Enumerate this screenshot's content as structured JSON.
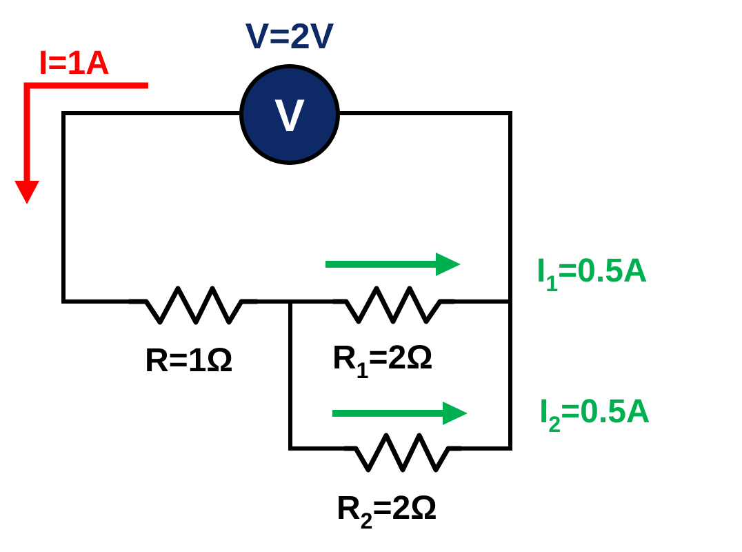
{
  "colors": {
    "wire": "#000000",
    "total_current": "#ff0000",
    "branch_current": "#00b050",
    "voltmeter_fill": "#0d2a66",
    "voltmeter_label": "#ffffff",
    "voltage_label": "#0d2a66"
  },
  "labels": {
    "voltage": "V=2V",
    "voltmeter_symbol": "V",
    "total_current": "I=1A",
    "current1_main": "I",
    "current1_sub": "1",
    "current1_value": "=0.5A",
    "current2_main": "I",
    "current2_sub": "2",
    "current2_value": "=0.5A",
    "resistor_series": "R=1Ω",
    "resistor1_main": "R",
    "resistor1_sub": "1",
    "resistor1_value": "=2Ω",
    "resistor2_main": "R",
    "resistor2_sub": "2",
    "resistor2_value": "=2Ω"
  },
  "icons": {
    "voltmeter": "voltmeter-icon",
    "resistor": "resistor-zigzag-icon",
    "arrow": "arrow-icon"
  }
}
